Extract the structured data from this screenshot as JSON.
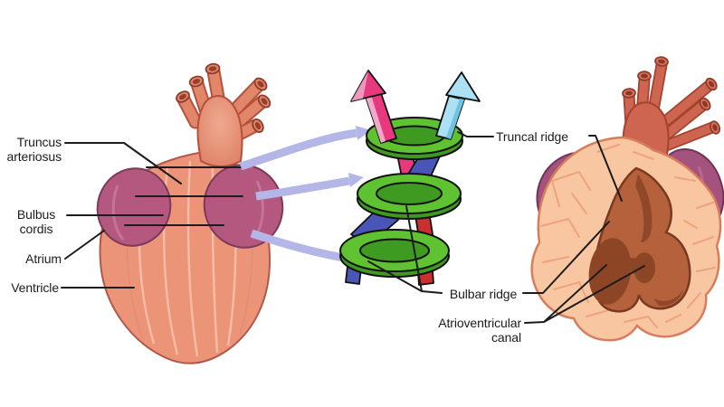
{
  "labels": {
    "truncus_arteriosus": {
      "line1": "Truncus",
      "line2": "arteriosus"
    },
    "bulbus_cordis": {
      "line1": "Bulbus",
      "line2": "cordis"
    },
    "atrium": {
      "text": "Atrium"
    },
    "ventricle": {
      "text": "Ventricle"
    },
    "truncal_ridge": {
      "text": "Truncal ridge"
    },
    "bulbar_ridge": {
      "text": "Bulbar ridge"
    },
    "atrioventricular_canal": {
      "line1": "Atrioventricular",
      "line2": "canal"
    }
  },
  "colors": {
    "background": "#ffffff",
    "label_text": "#1c1c1c",
    "pointer_line": "#1c1c1c",
    "heart_body_salmon": "#ec9478",
    "heart_vessel_salmon": "#e2866a",
    "right_vessel_salmon": "#cd6550",
    "atrium_purple_left_heart": "#b4587f",
    "atrium_purple_right_heart": "#a4527e",
    "right_wall_peach": "#f8c7a2",
    "right_interior_sienna": "#b4613c",
    "right_interior_dark": "#8c4626",
    "ring_green": "#5fc230",
    "ring_green_shadow": "#3f9a22",
    "ribbon_pink": "#e8397f",
    "ribbon_pink_light": "#f2a8c8",
    "ribbon_blue": "#4a55b8",
    "ribbon_red": "#cb2f2f",
    "arrow_light_blue": "#ace0f4",
    "transform_arrow_lavender": "#b4b6e8"
  }
}
